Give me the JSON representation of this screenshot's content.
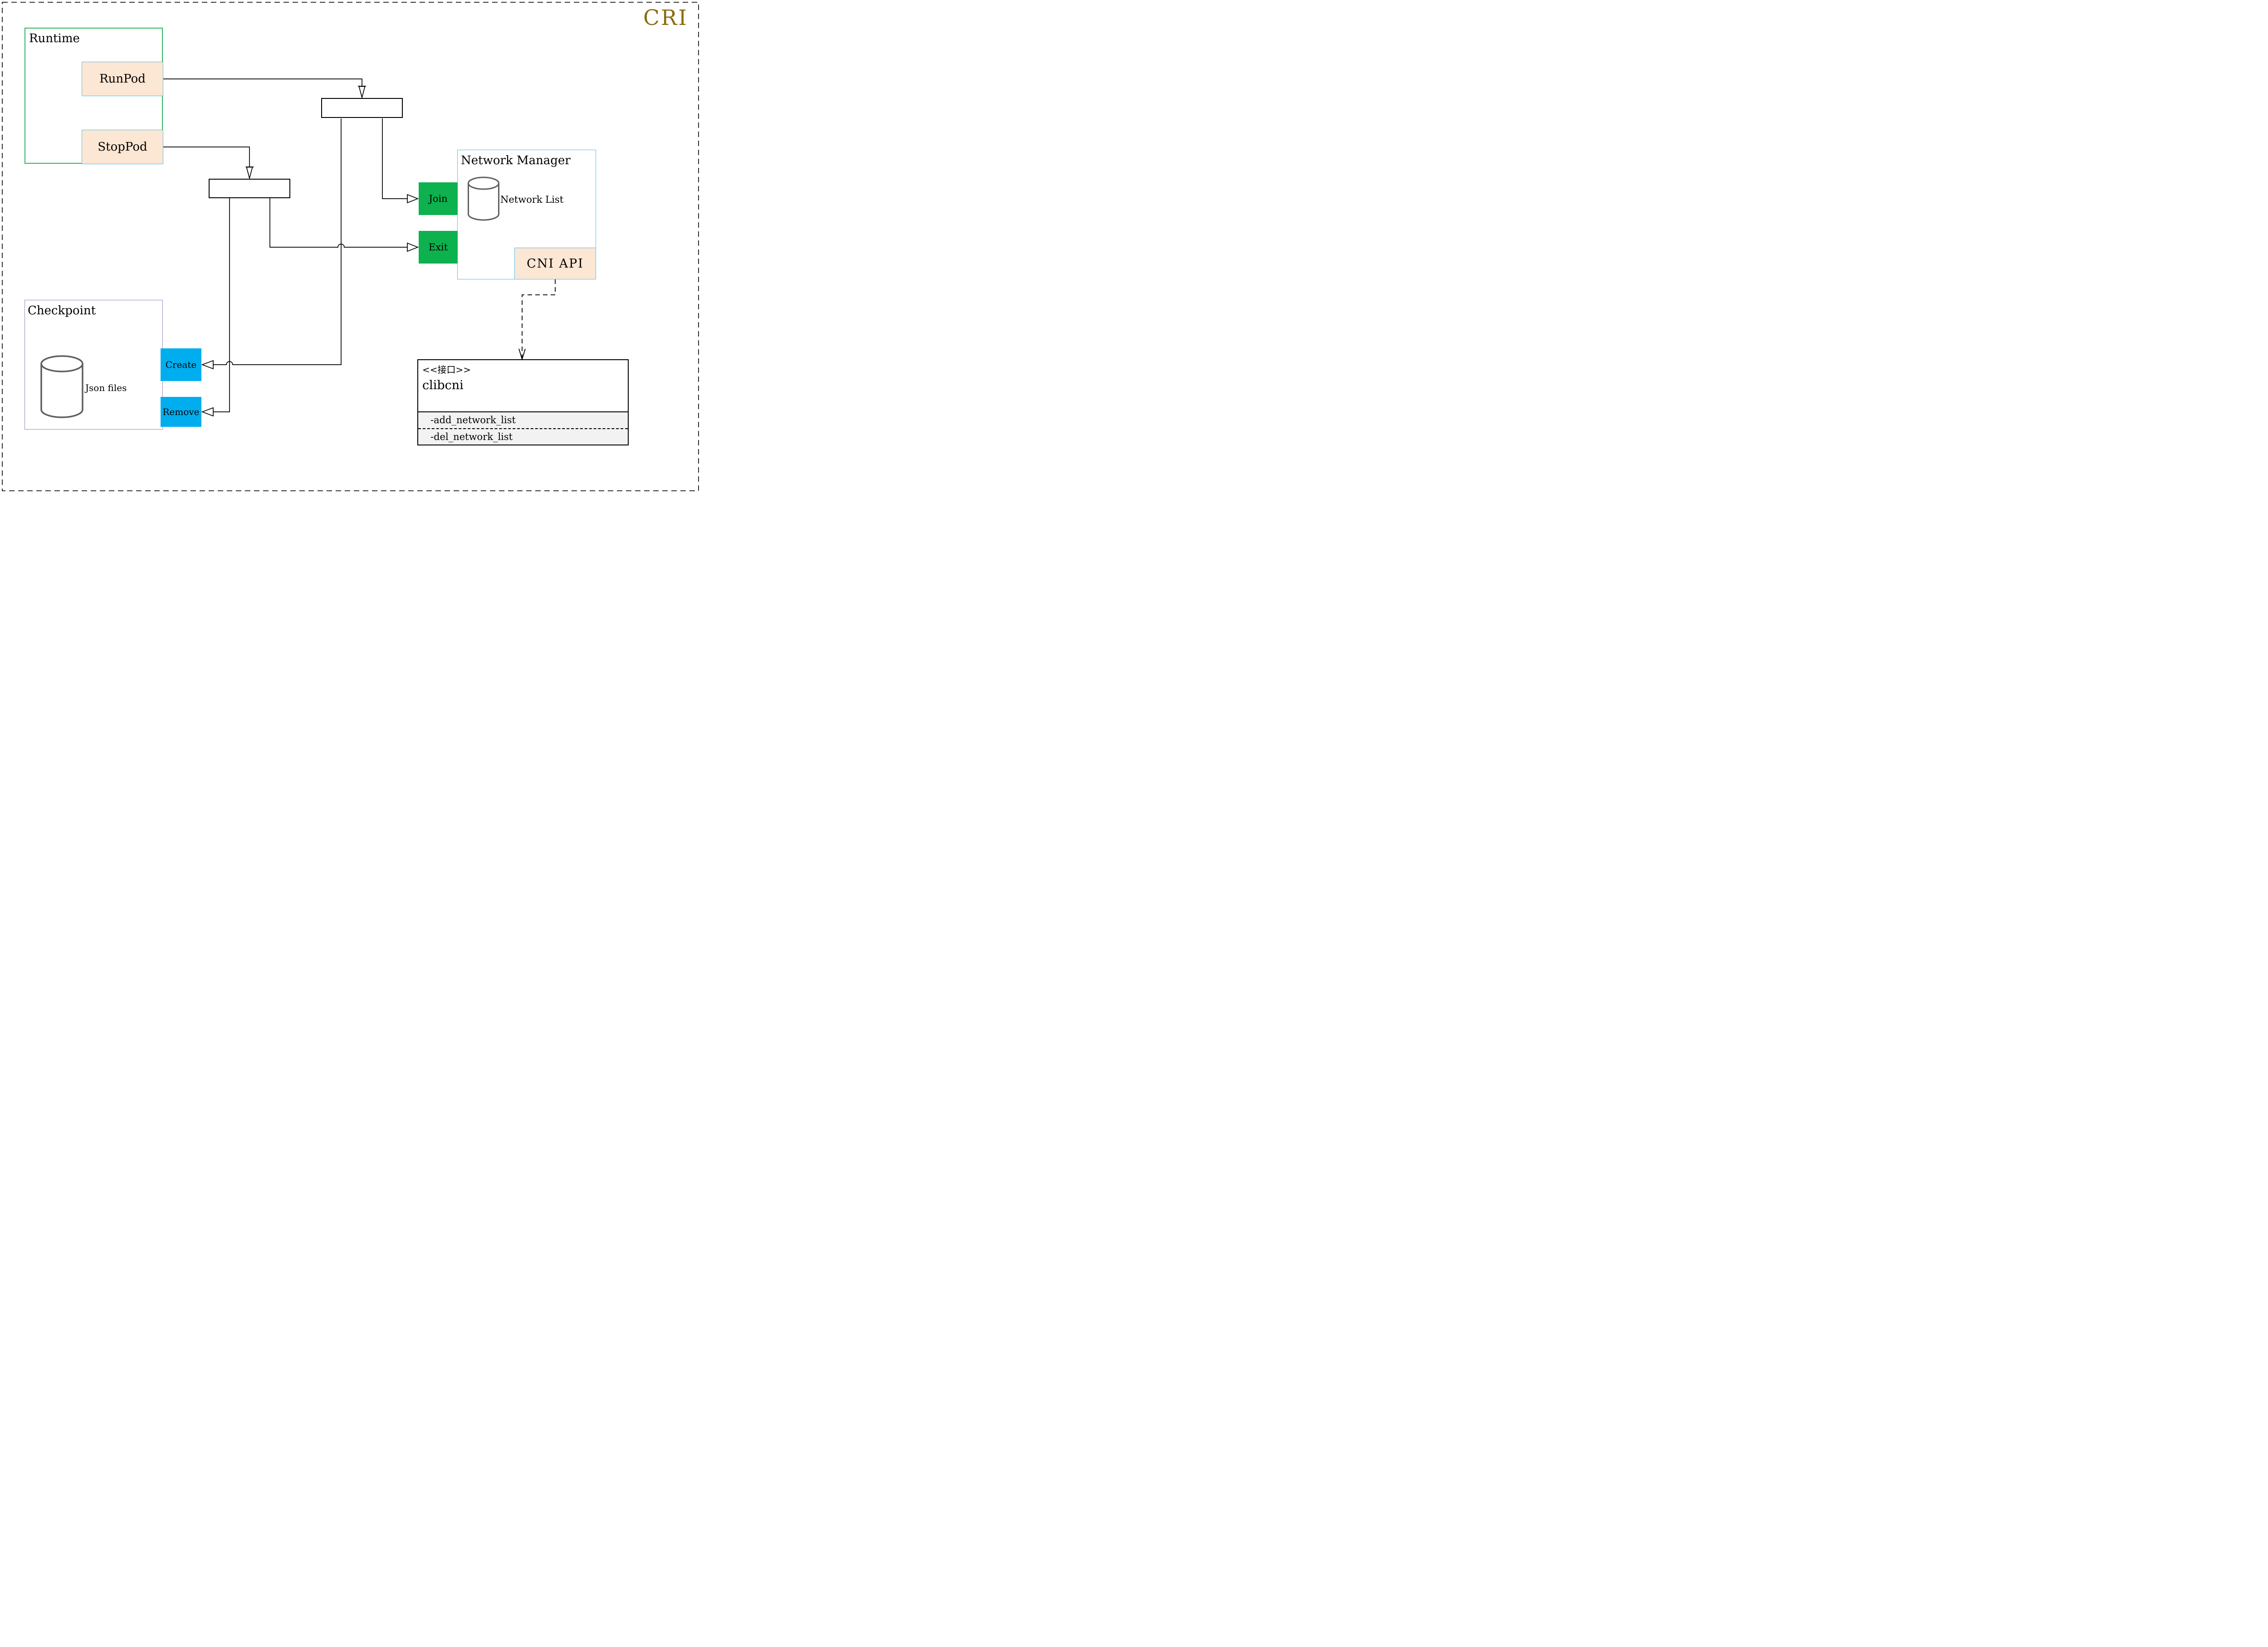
{
  "title": "CRI",
  "colors": {
    "accent_gold": "#8a6c10",
    "action_green": "#0db14e",
    "action_blue": "#00aeef",
    "method_peach": "#fce6d4",
    "peach_border": "#56c0e6",
    "runtime_border": "#2fb45f",
    "checkpoint_border": "#9b84c0",
    "network_manager_border": "#56c0e6",
    "cylinder_stroke": "#5f5f5f",
    "methods_section_bg": "#f2f2f2"
  },
  "runtime": {
    "label": "Runtime",
    "buttons": [
      {
        "label": "RunPod"
      },
      {
        "label": "StopPod"
      }
    ]
  },
  "checkpoint": {
    "label": "Checkpoint",
    "datastore_label": "Json files",
    "buttons": [
      {
        "label": "Create"
      },
      {
        "label": "Remove"
      }
    ]
  },
  "network_manager": {
    "label": "Network Manager",
    "datastore_label": "Network List",
    "endpoints": [
      {
        "label": "Join"
      },
      {
        "label": "Exit"
      }
    ],
    "api_label": "CNI API"
  },
  "interface_class": {
    "stereotype": "<<接口>>",
    "name": "clibcni",
    "methods": [
      {
        "label": "-add_network_list"
      },
      {
        "label": "-del_network_list"
      }
    ]
  }
}
